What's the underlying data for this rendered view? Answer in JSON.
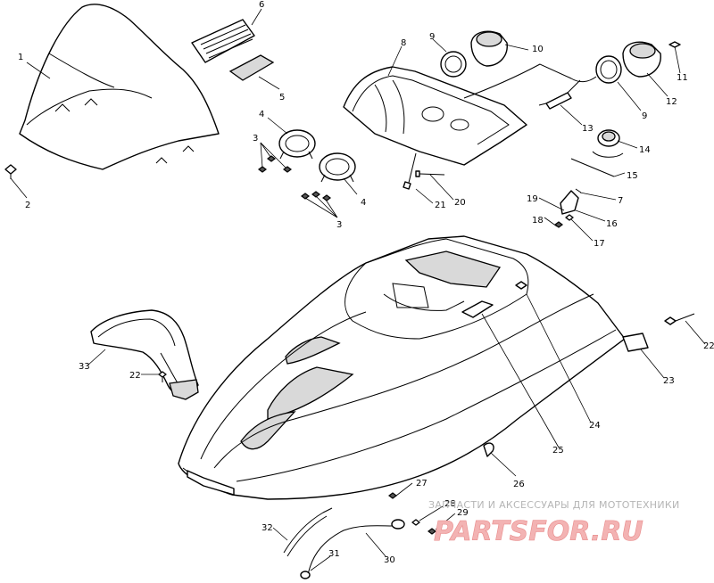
{
  "diagram": {
    "callouts": [
      "1",
      "2",
      "3",
      "4",
      "5",
      "6",
      "8",
      "9",
      "10",
      "11",
      "12",
      "9",
      "13",
      "14",
      "15",
      "7",
      "16",
      "17",
      "18",
      "19",
      "20",
      "21",
      "4",
      "3",
      "33",
      "22",
      "22",
      "23",
      "24",
      "25",
      "26",
      "27",
      "28",
      "29",
      "32",
      "30",
      "31"
    ]
  },
  "watermark": {
    "caption": "ЗАПЧАСТИ И АКСЕССУАРЫ ДЛЯ МОТОТЕХНИКИ",
    "logo": "PARTSFOR.RU"
  }
}
